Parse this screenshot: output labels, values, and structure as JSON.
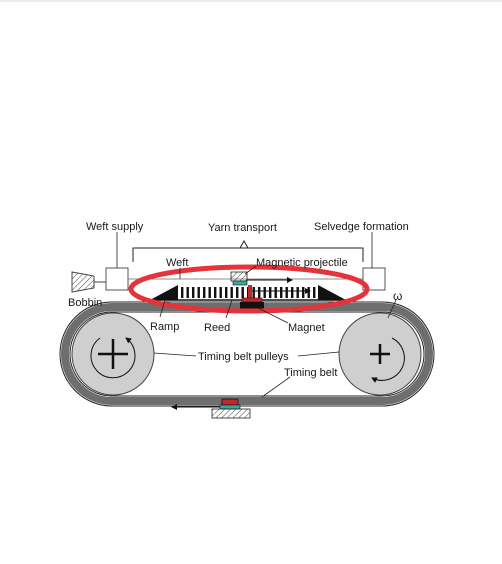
{
  "labels": {
    "weft_supply": "Weft supply",
    "yarn_transport": "Yarn transport",
    "selvedge_formation": "Selvedge formation",
    "weft": "Weft",
    "magnetic_projectile": "Magnetic projectile",
    "bobbin": "Bobbin",
    "ramp": "Ramp",
    "reed": "Reed",
    "magnet": "Magnet",
    "omega": "ω",
    "timing_belt_pulleys": "Timing belt pulleys",
    "timing_belt": "Timing belt"
  },
  "colors": {
    "highlight_ellipse": "#e5333b",
    "magnet": "#c1272d",
    "pulley": "#cfcfcf",
    "belt": "#8a8a8a",
    "projectile": "#3aa6a0"
  }
}
